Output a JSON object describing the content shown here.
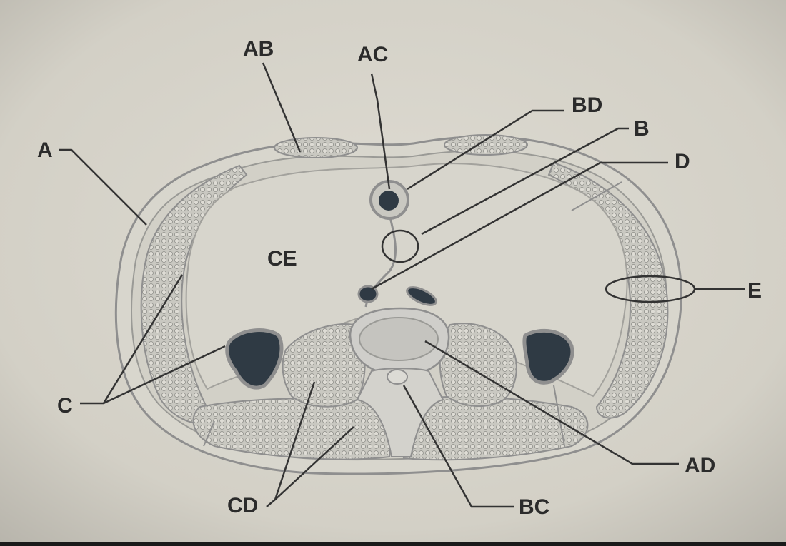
{
  "colors": {
    "paper": "#d9d6cc",
    "outline": "#8f8f8f",
    "muscle": "#c4c3bc",
    "kidney": "#2f3a44",
    "leader": "#333333",
    "label": "#2b2b2b"
  },
  "labels": {
    "A": "A",
    "AB": "AB",
    "AC": "AC",
    "BD": "BD",
    "B": "B",
    "D": "D",
    "E": "E",
    "CE": "CE",
    "C": "C",
    "CD": "CD",
    "BC": "BC",
    "AD": "AD"
  }
}
